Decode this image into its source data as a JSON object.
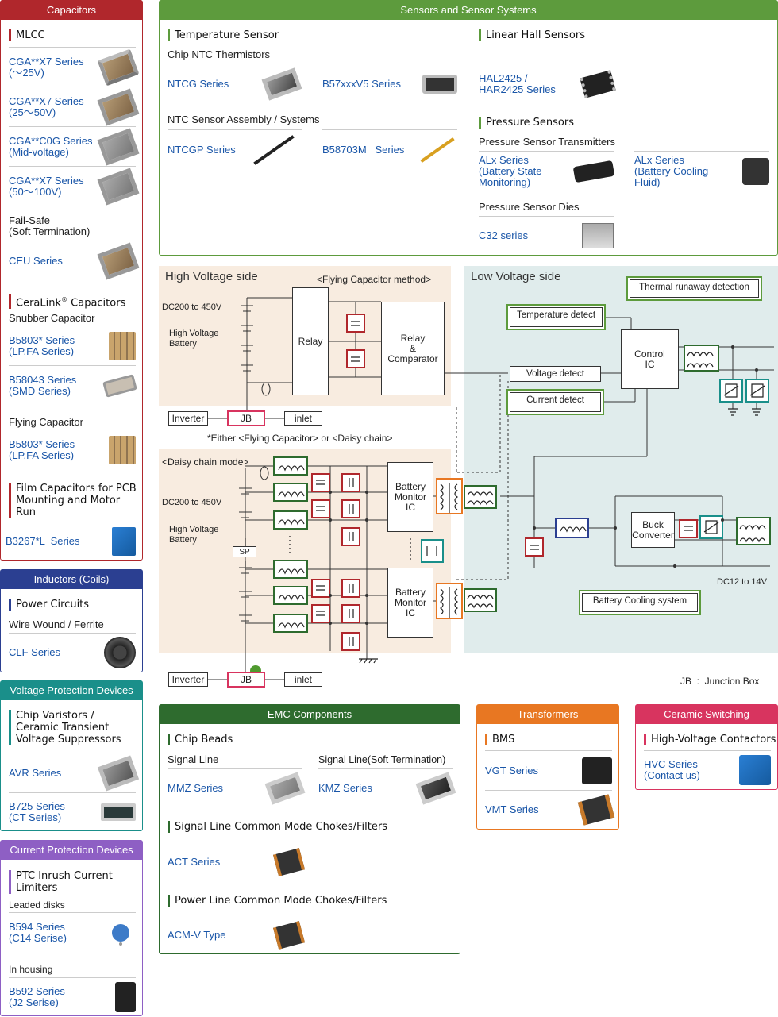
{
  "capacitors": {
    "header": "Capacitors",
    "mlcc": "MLCC",
    "mlcc_items": [
      "CGA**X7 Series\n(～25V)",
      "CGA**X7 Series\n(25～50V)",
      "CGA**C0G Series\n(Mid-voltage)",
      "CGA**X7 Series\n(50～100V)"
    ],
    "failsafe": "Fail-Safe\n(Soft Termination)",
    "ceu": "CEU Series",
    "ceralink": "CeraLink® Capacitors",
    "snubber": "Snubber Capacitor",
    "snubber_items": [
      "B5803* Series\n(LP,FA Series)",
      "B58043 Series\n(SMD Series)"
    ],
    "flying": "Flying Capacitor",
    "flying_item": "B5803* Series\n(LP,FA Series)",
    "film": "Film Capacitors for PCB Mounting and Motor Run",
    "film_item": "B3267*L  Series"
  },
  "inductors": {
    "header": "Inductors (Coils)",
    "section": "Power Circuits",
    "sub": "Wire Wound / Ferrite",
    "item": "CLF Series"
  },
  "voltage": {
    "header": "Voltage Protection Devices",
    "section": "Chip Varistors / Ceramic Transient Voltage Suppressors",
    "items": [
      "AVR Series",
      "B725 Series\n(CT Series)"
    ]
  },
  "current": {
    "header": "Current Protection Devices",
    "section": "PTC Inrush Current Limiters",
    "sub1": "Leaded disks",
    "item1": "B594 Series\n(C14 Serise)",
    "sub2": "In housing",
    "item2": "B592 Series\n(J2 Serise)"
  },
  "sensors": {
    "header": "Sensors and Sensor Systems",
    "temp": "Temperature Sensor",
    "chip_ntc": "Chip NTC Thermistors",
    "ntcg": "NTCG Series",
    "b57": "B57xxxV5 Series",
    "ntc_assy": "NTC Sensor Assembly / Systems",
    "ntcgp": "NTCGP Series",
    "b58703": "B58703M   Series",
    "hall": "Linear Hall Sensors",
    "hal": "HAL2425 /\nHAR2425 Series",
    "pressure": "Pressure Sensors",
    "transmitters": "Pressure Sensor Transmitters",
    "alx1": "ALx Series\n(Battery State\nMonitoring)",
    "alx2": "ALx Series\n(Battery Cooling\nFluid)",
    "dies": "Pressure Sensor Dies",
    "c32": "C32 series"
  },
  "diagram": {
    "hv_title": "High Voltage side",
    "flying_method": "<Flying Capacitor method>",
    "dc": "DC200 to 450V",
    "hv_batt": "High Voltage\nBattery",
    "relay": "Relay",
    "relay_comp": "Relay\n&\nComparator",
    "inverter": "Inverter",
    "jb": "JB",
    "inlet": "inlet",
    "either": "*Either <Flying Capacitor> or <Daisy chain>",
    "daisy": "<Daisy chain mode>",
    "sp": "SP",
    "bmic": "Battery\nMonitor\nIC",
    "lv_title": "Low Voltage side",
    "thermal": "Thermal runaway detection",
    "temp_detect": "Temperature detect",
    "volt_detect": "Voltage detect",
    "curr_detect": "Current detect",
    "control_ic": "Control\nIC",
    "buck": "Buck\nConverter",
    "dc12": "DC12 to 14V",
    "cooling": "Battery Cooling system",
    "jb_note": "JB  :  Junction Box"
  },
  "emc": {
    "header": "EMC Components",
    "beads": "Chip Beads",
    "signal": "Signal Line",
    "signal_soft": "Signal Line(Soft Termination)",
    "mmz": "MMZ Series",
    "kmz": "KMZ Series",
    "slcm": "Signal Line Common Mode Chokes/Filters",
    "act": "ACT Series",
    "plcm": "Power Line Common Mode Chokes/Filters",
    "acm": "ACM-V Type"
  },
  "transformers": {
    "header": "Transformers",
    "section": "BMS",
    "items": [
      "VGT Series",
      "VMT Series"
    ]
  },
  "ceramic": {
    "header": "Ceramic Switching",
    "section": "High-Voltage Contactors",
    "item": "HVC Series\n(Contact us)"
  },
  "colors": {
    "capacitors": "#b0272c",
    "sensors": "#5d9b3d",
    "inductors": "#2b3f91",
    "voltage": "#1a8f8a",
    "current": "#8e5fc4",
    "emc": "#2e6b2e",
    "transformers": "#e87722",
    "ceramic": "#d8345f"
  }
}
